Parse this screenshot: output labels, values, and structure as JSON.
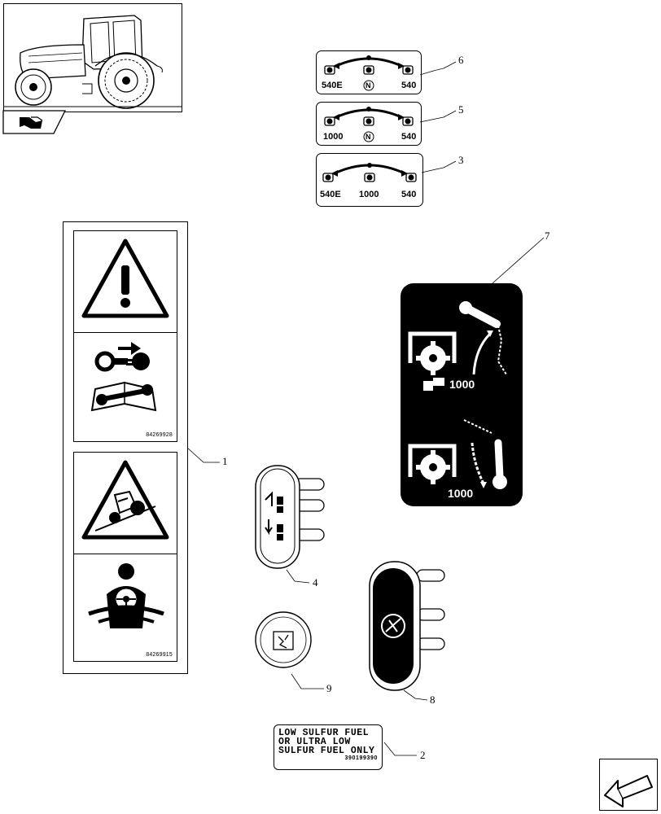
{
  "decal_3": {
    "left_label": "540E",
    "center_label": "1000",
    "right_label": "540"
  },
  "decal_5": {
    "left_label": "1000",
    "center_label": "N",
    "right_label": "540"
  },
  "decal_6": {
    "left_label": "540E",
    "center_label": "N",
    "right_label": "540"
  },
  "decal_7": {
    "upper_speed": "1000",
    "lower_speed": "1000"
  },
  "safety_decal_top": {
    "part_number": "84269928"
  },
  "safety_decal_bottom": {
    "part_number": "84269915"
  },
  "fuel_decal": {
    "line1": "LOW SULFUR FUEL",
    "line2": "OR ULTRA LOW",
    "line3": "SULFUR FUEL ONLY",
    "part_number": "390199390"
  },
  "callouts": {
    "c1": "1",
    "c2": "2",
    "c3": "3",
    "c4": "4",
    "c5": "5",
    "c6": "6",
    "c7": "7",
    "c8": "8",
    "c9": "9"
  },
  "icons": [
    "tractor-thumbnail",
    "view-flag-icon",
    "warning-triangle-icon",
    "key-remove-icon",
    "manual-wrench-icon",
    "rollover-warning-icon",
    "seat-belt-icon",
    "pto-shaft-icon",
    "lever-icon",
    "next-page-arrow-icon"
  ]
}
